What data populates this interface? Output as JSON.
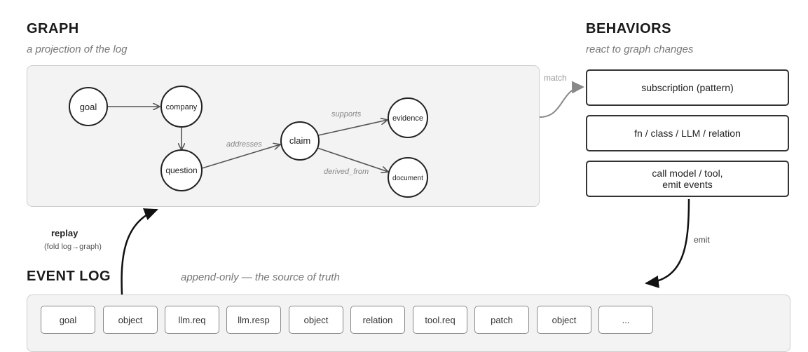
{
  "graph": {
    "title": "GRAPH",
    "subtitle": "a projection of the log",
    "nodes": {
      "goal": "goal",
      "company": "company",
      "question": "question",
      "claim": "claim",
      "evidence": "evidence",
      "document": "document"
    },
    "edges": {
      "addresses": "addresses",
      "supports": "supports",
      "derived_from": "derived_from"
    }
  },
  "behaviors": {
    "title": "BEHAVIORS",
    "subtitle": "react to graph changes",
    "match_label": "match",
    "boxes": [
      "subscription (pattern)",
      "fn / class / LLM / relation",
      "call model / tool,\nemit events"
    ],
    "emit_label": "emit"
  },
  "replay": {
    "label": "replay",
    "sublabel": "(fold log→graph)"
  },
  "event_log": {
    "title": "EVENT LOG",
    "subtitle": "append-only — the source of truth",
    "items": [
      "goal",
      "object",
      "llm.req",
      "llm.resp",
      "object",
      "relation",
      "tool.req",
      "patch",
      "object",
      "..."
    ]
  }
}
